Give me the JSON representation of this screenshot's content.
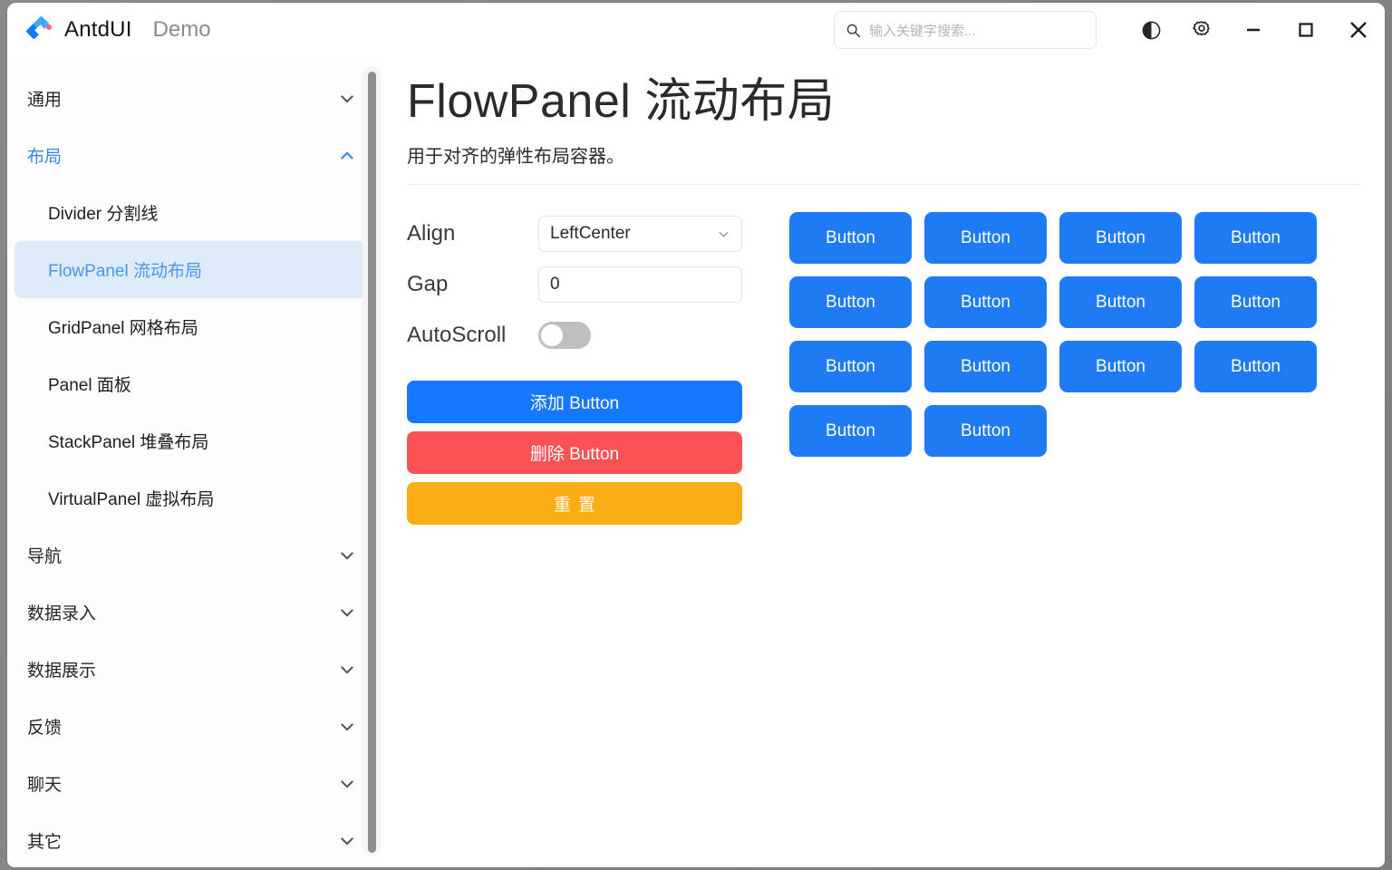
{
  "titlebar": {
    "app_name": "AntdUI",
    "app_subtitle": "Demo",
    "logo_icon": "antd-logo-icon",
    "search": {
      "placeholder": "输入关键字搜索...",
      "value": "",
      "icon": "search-icon"
    },
    "theme_icon": "contrast-theme-icon",
    "settings_icon": "gear-icon",
    "minimize_icon": "minimize-icon",
    "maximize_icon": "maximize-icon",
    "close_icon": "close-icon"
  },
  "sidebar": {
    "groups": [
      {
        "label": "通用",
        "expanded": false,
        "chevron": "chevron-down-icon",
        "items": []
      },
      {
        "label": "布局",
        "expanded": true,
        "chevron": "chevron-up-icon",
        "items": [
          {
            "label": "Divider 分割线",
            "active": false
          },
          {
            "label": "FlowPanel 流动布局",
            "active": true
          },
          {
            "label": "GridPanel 网格布局",
            "active": false
          },
          {
            "label": "Panel 面板",
            "active": false
          },
          {
            "label": "StackPanel 堆叠布局",
            "active": false
          },
          {
            "label": "VirtualPanel 虚拟布局",
            "active": false
          }
        ]
      },
      {
        "label": "导航",
        "expanded": false,
        "chevron": "chevron-down-icon",
        "items": []
      },
      {
        "label": "数据录入",
        "expanded": false,
        "chevron": "chevron-down-icon",
        "items": []
      },
      {
        "label": "数据展示",
        "expanded": false,
        "chevron": "chevron-down-icon",
        "items": []
      },
      {
        "label": "反馈",
        "expanded": false,
        "chevron": "chevron-down-icon",
        "items": []
      },
      {
        "label": "聊天",
        "expanded": false,
        "chevron": "chevron-down-icon",
        "items": []
      },
      {
        "label": "其它",
        "expanded": false,
        "chevron": "chevron-down-icon",
        "items": []
      }
    ]
  },
  "main": {
    "title": "FlowPanel 流动布局",
    "description": "用于对齐的弹性布局容器。",
    "controls": {
      "align": {
        "label": "Align",
        "value": "LeftCenter",
        "chevron": "chevron-down-icon"
      },
      "gap": {
        "label": "Gap",
        "value": "0"
      },
      "autoscroll": {
        "label": "AutoScroll",
        "checked": false
      }
    },
    "actions": [
      {
        "label": "添加 Button",
        "color": "#1677ff",
        "spaced": false
      },
      {
        "label": "删除 Button",
        "color": "#fa5255",
        "spaced": false
      },
      {
        "label": "重置",
        "color": "#faad14",
        "spaced": true
      }
    ],
    "flow_buttons": [
      "Button",
      "Button",
      "Button",
      "Button",
      "Button",
      "Button",
      "Button",
      "Button",
      "Button",
      "Button",
      "Button",
      "Button",
      "Button",
      "Button"
    ]
  },
  "colors": {
    "primary": "#1677ff",
    "danger": "#fa5255",
    "warning": "#faad14",
    "active_bg": "#ddebfb",
    "active_text": "#4a95f7"
  }
}
